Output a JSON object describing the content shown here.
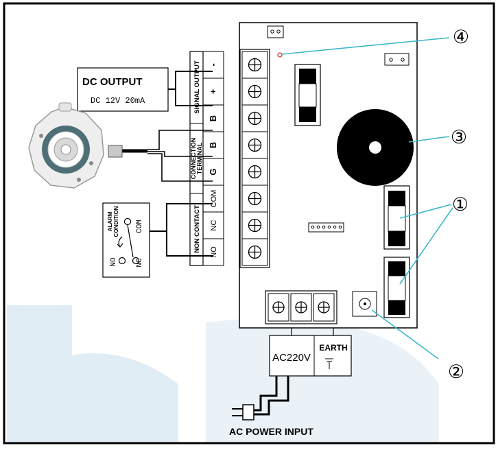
{
  "dc_output": {
    "title": "DC OUTPUT",
    "spec": "DC 12V 20mA"
  },
  "terminal_groups": {
    "signal_output": "SIGNAL OUTPUT",
    "connection_terminal_line1": "CONNECTION",
    "connection_terminal_line2": "TERMINAL",
    "non_contact": "NON CONTACT"
  },
  "terminal_labels": [
    "-",
    "+",
    "B",
    "B",
    "G",
    "COM",
    "NC",
    "NO"
  ],
  "alarm_condition": {
    "line1": "ALARM",
    "line2": "CONDITION",
    "com": "COM",
    "no": "NO",
    "nc": "NC"
  },
  "power": {
    "voltage": "AC220V",
    "earth": "EARTH",
    "input_label": "AC POWER INPUT"
  },
  "callouts": [
    "①",
    "②",
    "③",
    "④"
  ],
  "colors": {
    "border": "#000000",
    "leader": "#3bb7c9",
    "watermark": "#dbe9f2"
  }
}
